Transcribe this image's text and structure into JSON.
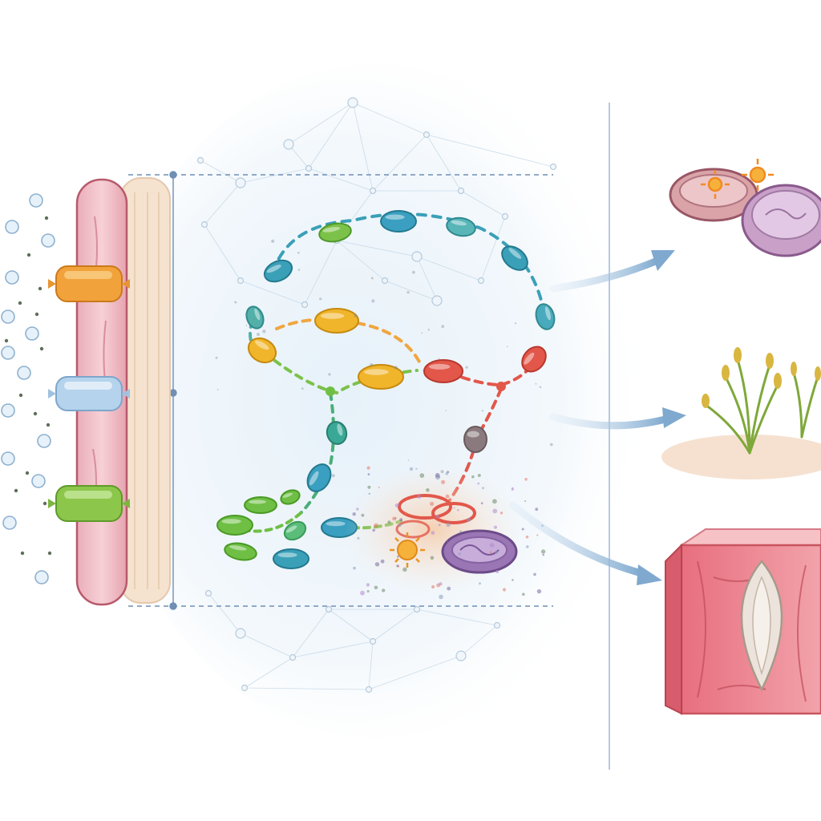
{
  "diagram": {
    "kind": "illustration",
    "text_labels": [],
    "sections": {
      "left": "membrane-with-receptors",
      "middle": "signaling-network",
      "right": "downstream-outcomes"
    },
    "receptors": [
      {
        "name": "receptor-orange",
        "color": "#f2a23a"
      },
      {
        "name": "receptor-blue",
        "color": "#a9cbe8"
      },
      {
        "name": "receptor-green",
        "color": "#8cc64a"
      }
    ],
    "pathway_colors": {
      "teal": "#3aa0b8",
      "green": "#6fbf45",
      "yellow": "#f0b52a",
      "red": "#e2574a",
      "purple": "#8e6aa6",
      "blue-arrow": "#8fb6d8"
    },
    "outcomes": [
      {
        "name": "cell-division-cells",
        "icon": "dividing-cell-icon"
      },
      {
        "name": "sprouting-plants",
        "icon": "sprout-icon"
      },
      {
        "name": "tissue-block",
        "icon": "tissue-section-icon"
      }
    ]
  }
}
